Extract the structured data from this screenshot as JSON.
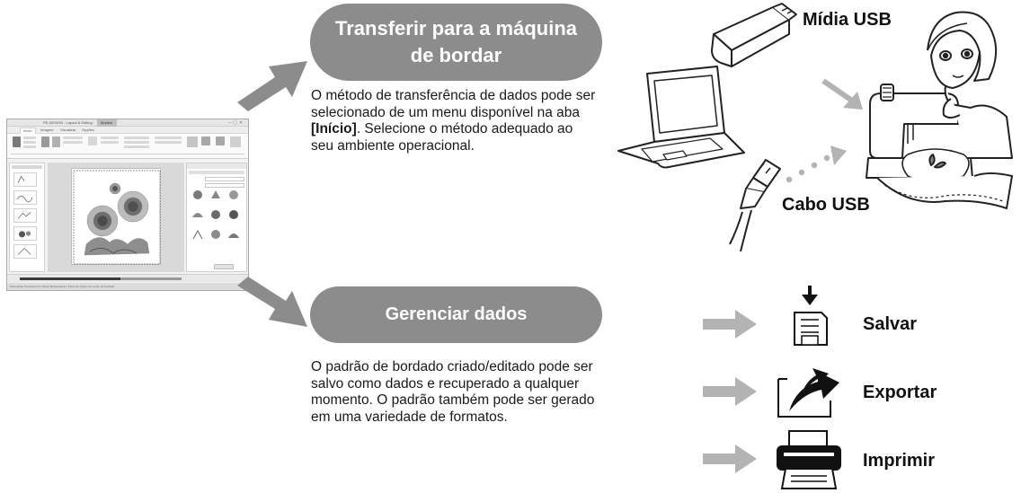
{
  "app_screenshot": {
    "title": "PE-DESIGN - Layout & Editing",
    "context_tab": "Modelo",
    "tabs": [
      "Início",
      "Imagem",
      "Visualizar",
      "Opções"
    ],
    "status": "Para Ajuda, Pressione F1 | Ativar Mapeamento | Ponto de origem do centro do bordado"
  },
  "transfer": {
    "pill_label": "Transferir para a máquina de bordar",
    "desc_before": "O método de transferência de dados pode ser selecionado de um menu disponível na aba ",
    "desc_bold": "[Início]",
    "desc_after": ". Selecione o método adequado ao seu ambiente operacional.",
    "usb_media_label": "Mídia USB",
    "usb_cable_label": "Cabo USB"
  },
  "manage": {
    "pill_label": "Gerenciar dados",
    "desc": "O padrão de bordado criado/editado pode ser salvo como dados e recuperado a qualquer momento. O padrão também pode ser gerado em uma variedade de formatos.",
    "actions": [
      {
        "label": "Salvar",
        "icon": "save-icon"
      },
      {
        "label": "Exportar",
        "icon": "export-icon"
      },
      {
        "label": "Imprimir",
        "icon": "printer-icon"
      }
    ]
  },
  "colors": {
    "pill_bg": "#8c8c8c",
    "arrow_gray": "#8c8c8c",
    "light_arrow": "#b3b3b3",
    "text": "#1a1a1a"
  }
}
